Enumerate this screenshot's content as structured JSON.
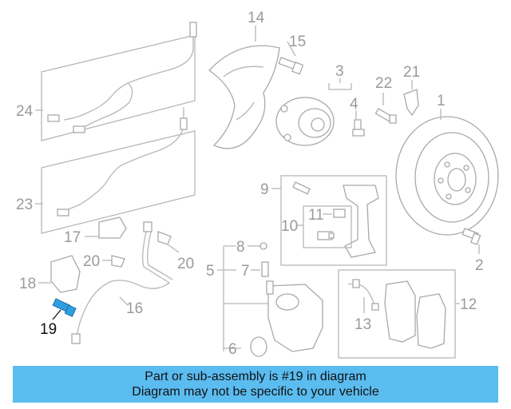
{
  "diagram": {
    "labels": [
      "1",
      "2",
      "3",
      "4",
      "5",
      "6",
      "7",
      "8",
      "9",
      "10",
      "11",
      "12",
      "13",
      "14",
      "15",
      "16",
      "17",
      "18",
      "19",
      "20",
      "20",
      "21",
      "22",
      "23",
      "24"
    ],
    "highlighted_part": "19",
    "highlight_color": "#2f9fe0"
  },
  "banner": {
    "line1": "Part or sub-assembly is #19 in diagram",
    "line2": "Diagram may not be specific to your vehicle",
    "background": "#5bbcf0"
  }
}
